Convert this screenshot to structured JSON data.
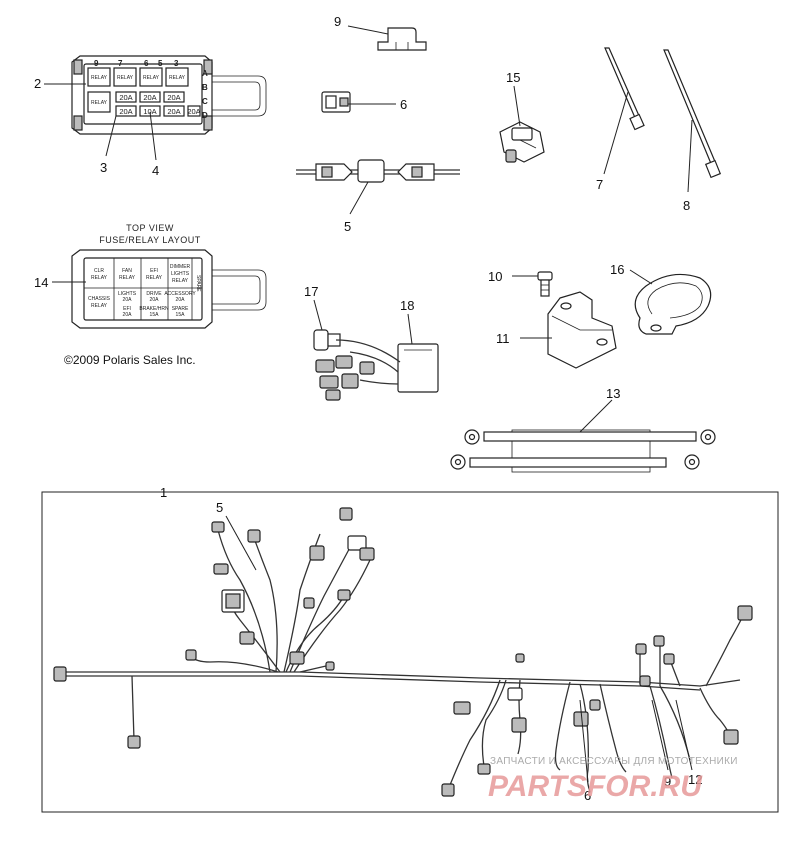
{
  "callouts": {
    "c1": "1",
    "c2": "2",
    "c3": "3",
    "c4": "4",
    "c5": "5",
    "c5b": "5",
    "c6": "6",
    "c6b": "6",
    "c7": "7",
    "c8": "8",
    "c9": "9",
    "c9b": "9",
    "c10": "10",
    "c11": "11",
    "c12": "12",
    "c13": "13",
    "c14": "14",
    "c15": "15",
    "c16": "16",
    "c17": "17",
    "c18": "18"
  },
  "fuse_box": {
    "top_numbers": [
      "9",
      "7",
      "6",
      "5",
      "3"
    ],
    "side_letters": [
      "A",
      "B",
      "C",
      "D"
    ],
    "relay_label": "RELAY",
    "fuse_ratings": [
      "20A",
      "20A",
      "20A",
      "20A",
      "20A",
      "10A",
      "20A"
    ]
  },
  "layout_panel": {
    "title_line1": "TOP VIEW",
    "title_line2": "FUSE/RELAY LAYOUT",
    "cells": [
      [
        "CLR",
        "RELAY"
      ],
      [
        "FAN",
        "RELAY"
      ],
      [
        "EFI",
        "RELAY"
      ],
      [
        "DIMMER",
        "LIGHTS",
        "RELAY"
      ],
      [
        "CHASSIS",
        "RELAY"
      ],
      [
        "LIGHTS",
        "20A"
      ],
      [
        "DRIVE",
        "20A"
      ],
      [
        "ACCESSORY",
        "20A"
      ],
      [
        "EFI",
        "20A"
      ],
      [
        "BRAKE/HRN",
        "15A"
      ],
      [
        "SPARE",
        "15A"
      ]
    ],
    "side_label": "SPARE"
  },
  "copyright": "©2009 Polaris Sales Inc.",
  "watermark": {
    "line1": "ЗАПЧАСТИ И АКСЕССУАРЫ ДЛЯ МОТОТЕХНИКИ",
    "line2": "PARTSFOR.RU"
  }
}
